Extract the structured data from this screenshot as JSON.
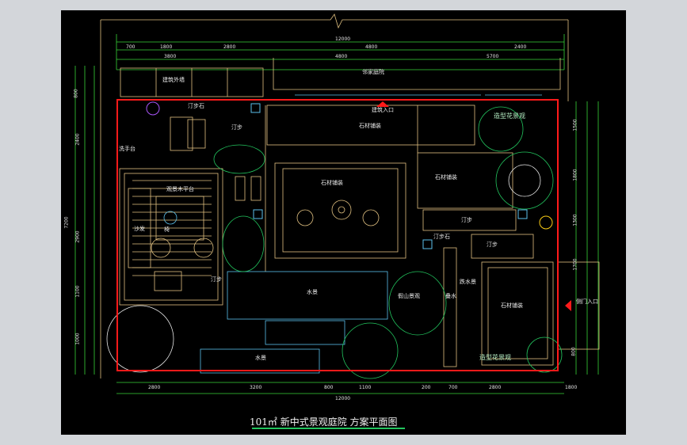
{
  "drawing": {
    "title": "101㎡ 新中式景观庭院  方案平面图",
    "colors": {
      "boundary": "#ff1a1a",
      "lines": "#e0c080",
      "dims": "#39d339",
      "water": "#5bc0eb",
      "plants": "#22c55e",
      "text": "#e8e8e8"
    }
  },
  "labels": {
    "neighbor_house_top": "建筑外墙",
    "neighbor_yard": "邻家庭院",
    "stone_path_top": "汀步石",
    "building_entrance": "建筑入口",
    "paving_top": "石材铺装",
    "landscape_top_right": "造型花景观",
    "wash_area": "洗手台",
    "stepping_1": "汀步",
    "wood_deck": "观景木平台",
    "sofa": "沙发",
    "chair": "椅",
    "center_paving": "石材铺装",
    "right_paving": "石材铺装",
    "stepping_2": "汀步",
    "stepping_3": "汀步",
    "stone_path_mid": "汀步石",
    "water_1": "水景",
    "water_2": "水景",
    "rockery": "假山景观",
    "water_feature": "叠水",
    "cascade": "跌水景",
    "bottom_right_paving": "石材铺装",
    "side_entrance": "侧门入口",
    "landscape_bottom_right": "造型花景观",
    "stepping_4": "汀步"
  },
  "dimensions": {
    "top_total": "12000",
    "top_segments": [
      "700",
      "1800",
      "2800",
      "4800",
      "2400"
    ],
    "top_row2": [
      "3800",
      "4800",
      "5700"
    ],
    "bottom_total": "12000",
    "bottom_segments": [
      "2800",
      "3200",
      "800",
      "1100",
      "200",
      "700",
      "2800",
      "1800"
    ],
    "left_outer": "7200",
    "left_segments": [
      "800",
      "2400",
      "2900",
      "1100",
      "1000"
    ],
    "right_segments": [
      "1500",
      "1800",
      "1300",
      "1700",
      "800"
    ]
  }
}
